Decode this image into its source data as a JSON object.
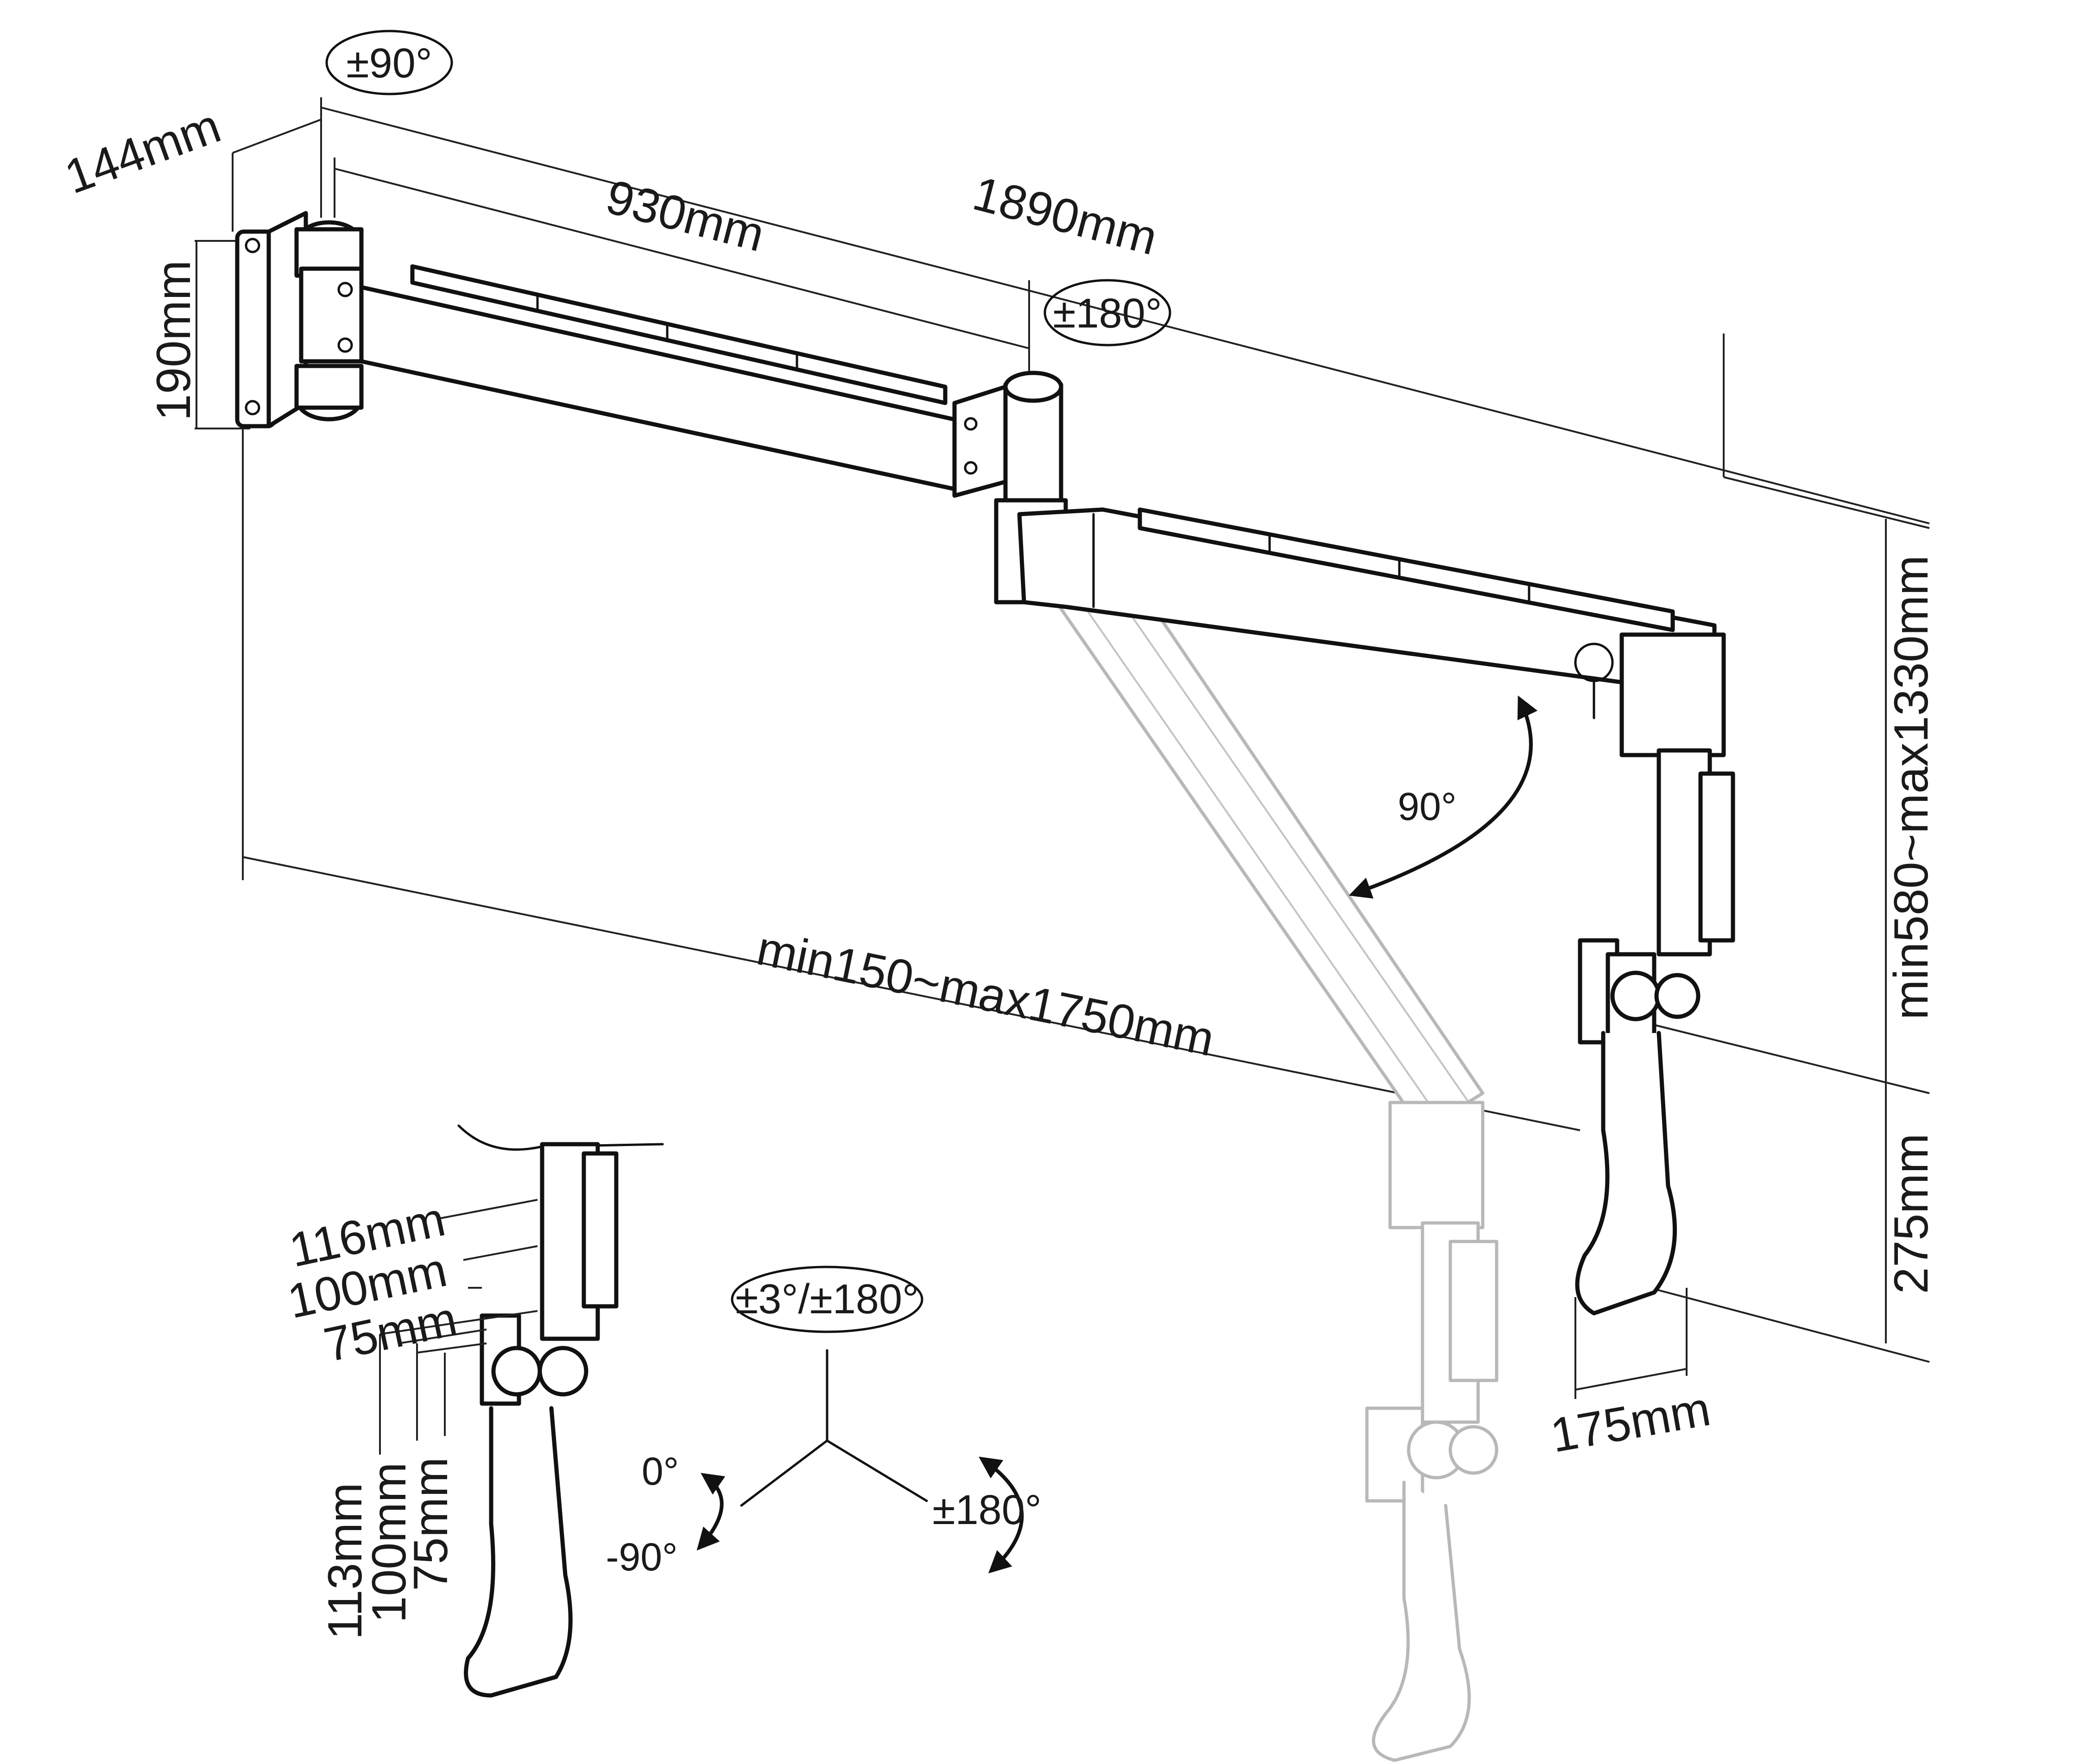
{
  "dimensions": {
    "wall_plate_depth": "144mm",
    "wall_plate_height": "190mm",
    "first_arm_length": "930mm",
    "total_arm_length": "1890mm",
    "reach_range": "min150~max1750mm",
    "height_range": "min580~max1330mm",
    "handle_drop": "275mm",
    "handle_width": "175mm"
  },
  "rotations": {
    "wall_pivot": "±90°",
    "elbow_pivot": "±180°",
    "arm_angle": "90°",
    "head_tilt_swivel": "±3°/±180°",
    "head_rotation": "±180°",
    "tilt_up": "0°",
    "tilt_down": "-90°"
  },
  "vesa_detail": {
    "horizontal": [
      "116mm",
      "100mm",
      "75mm"
    ],
    "vertical": [
      "113mm",
      "100mm",
      "75mm"
    ]
  }
}
